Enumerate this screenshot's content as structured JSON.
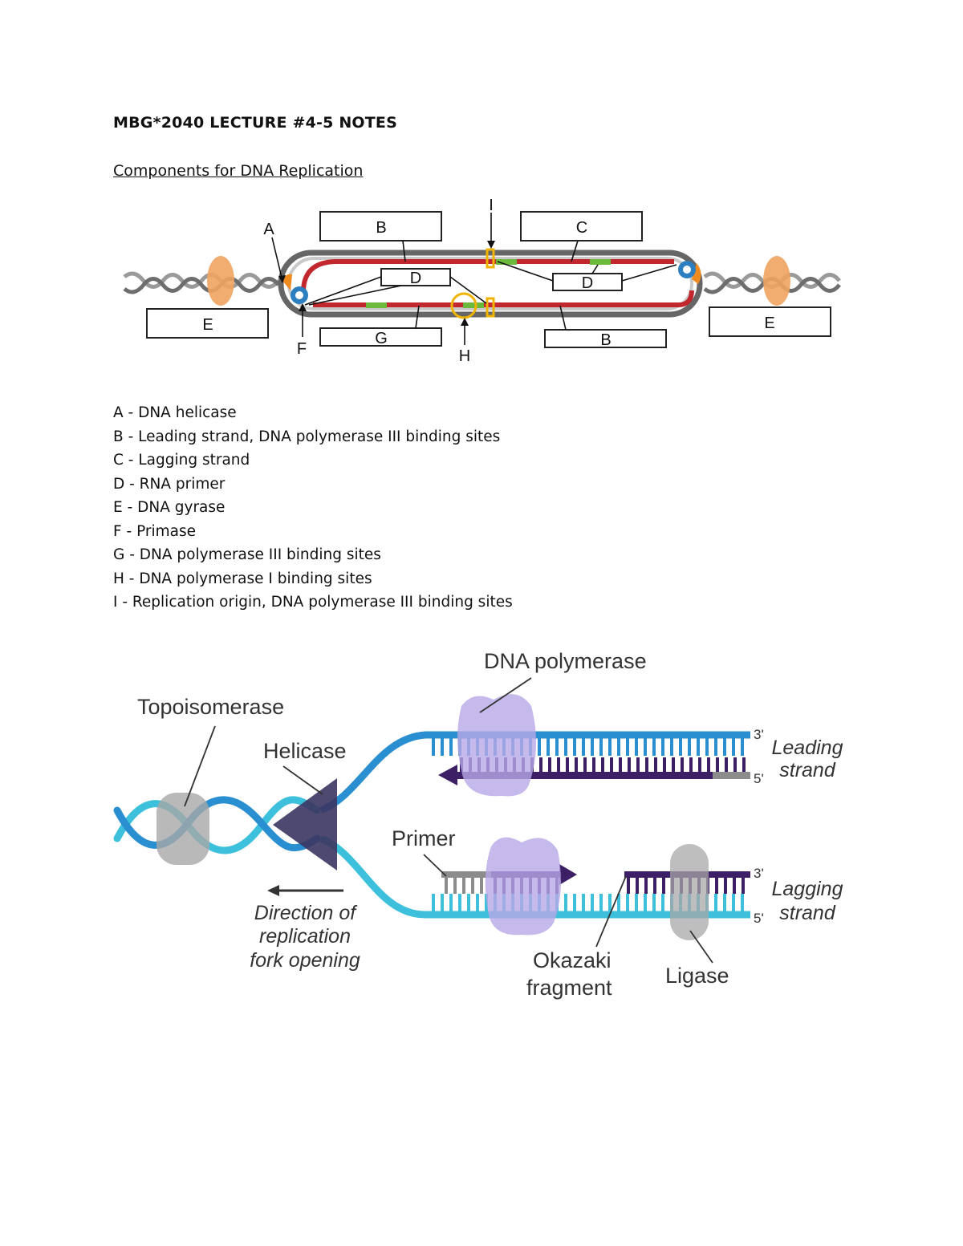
{
  "title": "MBG*2040 LECTURE #4-5 NOTES",
  "section_title": "Components for DNA Replication",
  "diagram1": {
    "pointer_labels": {
      "A": "A",
      "F": "F",
      "H": "H",
      "I": "I"
    },
    "box_labels": {
      "B_top": "B",
      "C": "C",
      "D_left": "D",
      "D_right": "D",
      "E_left": "E",
      "E_right": "E",
      "G": "G",
      "B_bottom": "B"
    }
  },
  "legend": [
    "A - DNA helicase",
    "B - Leading strand, DNA polymerase III binding sites",
    "C - Lagging strand",
    "D - RNA primer",
    "E - DNA gyrase",
    "F - Primase",
    "G - DNA polymerase III binding sites",
    "H - DNA polymerase I binding sites",
    "I - Replication origin, DNA polymerase III binding sites"
  ],
  "diagram2": {
    "labels": {
      "dna_polymerase": "DNA polymerase",
      "topoisomerase": "Topoisomerase",
      "helicase": "Helicase",
      "primer": "Primer",
      "okazaki_line1": "Okazaki",
      "okazaki_line2": "fragment",
      "ligase": "Ligase",
      "direction_line1": "Direction of",
      "direction_line2": "replication",
      "direction_line3": "fork opening",
      "leading_line1": "Leading",
      "leading_line2": "strand",
      "lagging_line1": "Lagging",
      "lagging_line2": "strand",
      "three_prime_top": "3'",
      "five_prime_top": "5'",
      "three_prime_bottom": "3'",
      "five_prime_bottom": "5'"
    },
    "colors": {
      "dark_strand": "#2a8fd0",
      "light_strand": "#3cc0dc",
      "new_strand": "#3d1f66",
      "primer": "#8c8c8c",
      "polymerase": "#b8a8e6",
      "helicase": "#3b3560"
    }
  }
}
